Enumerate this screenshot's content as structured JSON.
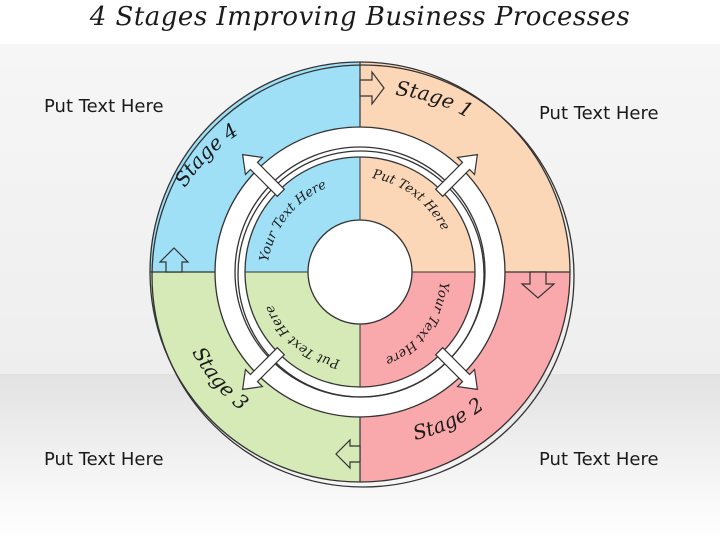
{
  "title": "4 Stages Improving Business Processes",
  "corner_texts": {
    "top_left": "Put Text Here",
    "top_right": "Put Text Here",
    "bottom_left": "Put Text Here",
    "bottom_right": "Put Text Here"
  },
  "stages": [
    {
      "label": "Stage 1",
      "color": "#fbd7b8"
    },
    {
      "label": "Stage 2",
      "color": "#f9a9ab"
    },
    {
      "label": "Stage 3",
      "color": "#d6eab8"
    },
    {
      "label": "Stage 4",
      "color": "#9fe0f7"
    }
  ],
  "inner_texts": {
    "top_right": "Put Text Here",
    "bottom_right": "Your Text Here",
    "bottom_left": "Put Text Here",
    "top_left": "Your Text Here"
  }
}
